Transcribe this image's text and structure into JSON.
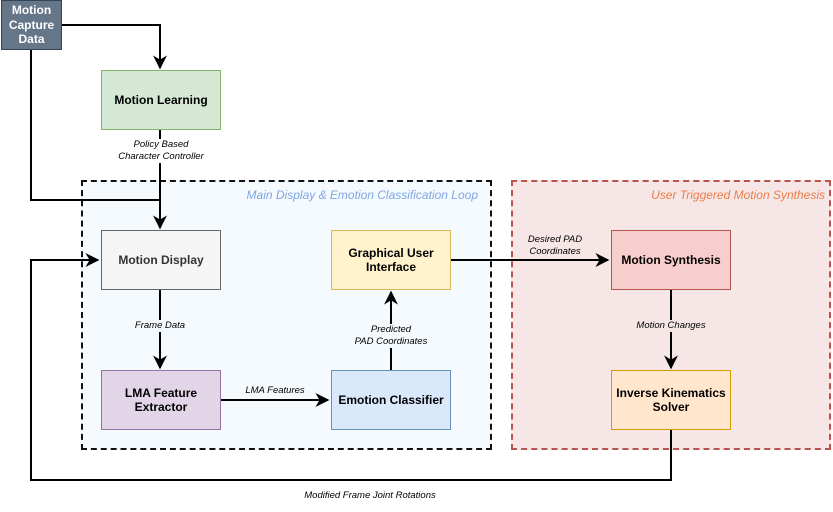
{
  "colors": {
    "main_region_border": "#111111",
    "main_region_fill": "#f5faff",
    "main_region_title": "#7ea6e0",
    "synth_region_border": "#b85450",
    "synth_region_fill": "#f6e6e6",
    "synth_region_title": "#ed7d4a",
    "source_fill": "#647687",
    "source_border": "#314354",
    "learning_fill": "#d5e8d4",
    "learning_border": "#82b366",
    "display_fill": "#f5f5f5",
    "display_border": "#666666",
    "lma_fill": "#e1d5e7",
    "lma_border": "#9673a6",
    "gui_fill": "#fff2cc",
    "gui_border": "#d6b656",
    "classifier_fill": "#dae8fc",
    "classifier_border": "#6c8ebf",
    "synthesis_fill": "#f8cecc",
    "synthesis_border": "#b85450",
    "ik_fill": "#ffe6cc",
    "ik_border": "#d79b00"
  },
  "regions": {
    "main_loop": "Main Display & Emotion Classification Loop",
    "user_synthesis": "User Triggered Motion Synthesis"
  },
  "nodes": {
    "motion_capture": "Motion\nCapture\nData",
    "motion_learning": "Motion Learning",
    "motion_display": "Motion Display",
    "lma_extractor": "LMA Feature\nExtractor",
    "emotion_classifier": "Emotion Classifier",
    "gui": "Graphical User\nInterface",
    "motion_synthesis": "Motion Synthesis",
    "ik_solver": "Inverse Kinematics\nSolver"
  },
  "edge_labels": {
    "policy_controller": "Policy Based\nCharacter Controller",
    "frame_data": "Frame Data",
    "lma_features": "LMA Features",
    "predicted_pad": "Predicted\nPAD Coordinates",
    "desired_pad": "Desired PAD\nCoordinates",
    "motion_changes": "Motion Changes",
    "modified_rotations": "Modified Frame Joint Rotations"
  }
}
